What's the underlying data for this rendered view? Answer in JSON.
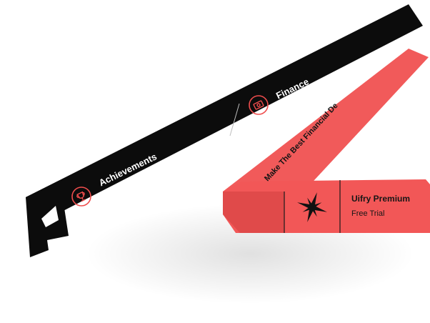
{
  "colors": {
    "black_band": "#0c0c0c",
    "red_band": "#f15a5a",
    "red_band_dark": "#e04848",
    "accent": "#ef4d4d"
  },
  "achievements": {
    "title": "Achievements",
    "subtitle": "Best Finance App On Playstore",
    "icon": "trophy-icon"
  },
  "finance": {
    "title": "Finance",
    "subtitle": "Most Popular Accounting App",
    "icon": "money-icon"
  },
  "ribbon_text": "Make The Best Financial De",
  "premium": {
    "title": "Uifry Premium",
    "subtitle": "Free Trial",
    "icon": "star-icon"
  }
}
